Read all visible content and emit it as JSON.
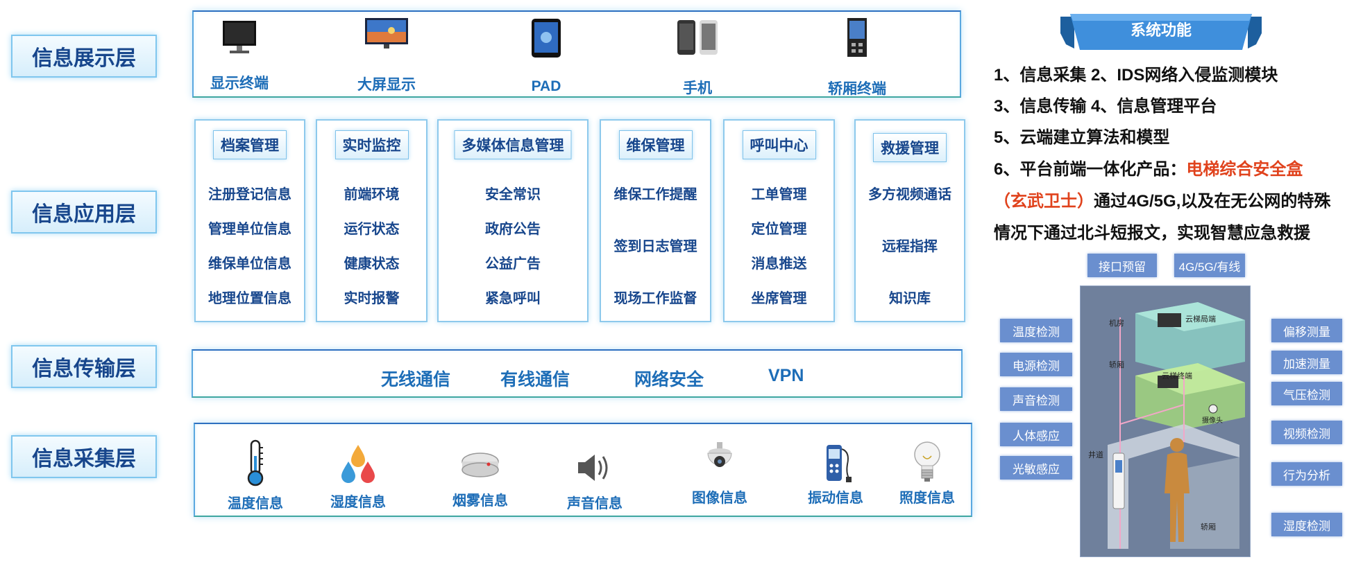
{
  "layers": {
    "display": "信息展示层",
    "application": "信息应用层",
    "transmission": "信息传输层",
    "collection": "信息采集层"
  },
  "display_devices": [
    {
      "label": "显示终端",
      "icon": "monitor-icon"
    },
    {
      "label": "大屏显示",
      "icon": "big-screen-icon"
    },
    {
      "label": "PAD",
      "icon": "tablet-icon"
    },
    {
      "label": "手机",
      "icon": "phone-icon"
    },
    {
      "label": "轿厢终端",
      "icon": "car-terminal-icon"
    }
  ],
  "app_columns": [
    {
      "header": "档案管理",
      "items": [
        "注册登记信息",
        "管理单位信息",
        "维保单位信息",
        "地理位置信息"
      ]
    },
    {
      "header": "实时监控",
      "items": [
        "前端环境",
        "运行状态",
        "健康状态",
        "实时报警"
      ]
    },
    {
      "header": "多媒体信息管理",
      "items": [
        "安全常识",
        "政府公告",
        "公益广告",
        "紧急呼叫"
      ]
    },
    {
      "header": "维保管理",
      "items": [
        "维保工作提醒",
        "签到日志管理",
        "现场工作监督"
      ]
    },
    {
      "header": "呼叫中心",
      "items": [
        "工单管理",
        "定位管理",
        "消息推送",
        "坐席管理"
      ]
    },
    {
      "header": "救援管理",
      "items": [
        "多方视频通话",
        "远程指挥",
        "知识库"
      ]
    }
  ],
  "transmission_items": [
    "无线通信",
    "有线通信",
    "网络安全",
    "VPN"
  ],
  "sensors": [
    {
      "label": "温度信息",
      "icon": "thermometer-icon"
    },
    {
      "label": "湿度信息",
      "icon": "humidity-drops-icon"
    },
    {
      "label": "烟雾信息",
      "icon": "smoke-detector-icon"
    },
    {
      "label": "声音信息",
      "icon": "speaker-icon"
    },
    {
      "label": "图像信息",
      "icon": "dome-camera-icon"
    },
    {
      "label": "振动信息",
      "icon": "vibration-meter-icon"
    },
    {
      "label": "照度信息",
      "icon": "light-bulb-icon"
    }
  ],
  "system_functions": {
    "title": "系统功能",
    "lines": [
      "1、信息采集    2、IDS网络入侵监测模块",
      "3、信息传输    4、信息管理平台",
      "5、云端建立算法和模型"
    ],
    "line6_prefix": "6、平台前端一体化产品：",
    "line6_highlight": "电梯综合安全盒",
    "line7_highlight": "（玄武卫士）",
    "line7_rest": "通过4G/5G,以及在无公网的特殊",
    "line8": "情况下通过北斗短报文，实现智慧应急救援"
  },
  "elevator": {
    "top_tags": [
      "接口预留",
      "4G/5G/有线"
    ],
    "left_tags": [
      "温度检测",
      "电源检测",
      "声音检测",
      "人体感应",
      "光敏感应"
    ],
    "right_tags": [
      "偏移测量",
      "加速测量",
      "气压检测",
      "视频检测",
      "行为分析",
      "湿度检测"
    ],
    "diagram_labels": {
      "machine_room": "机房",
      "cloud_gateway": "云梯局端",
      "car_room": "轿厢",
      "cloud_terminal": "云梯终端",
      "camera": "摄像头",
      "shaft": "井道",
      "car": "轿厢"
    }
  },
  "colors": {
    "label_text": "#17468c",
    "accent_blue": "#1d6db7",
    "highlight_red": "#e0421c",
    "tag_bg": "#6a8fcf"
  }
}
